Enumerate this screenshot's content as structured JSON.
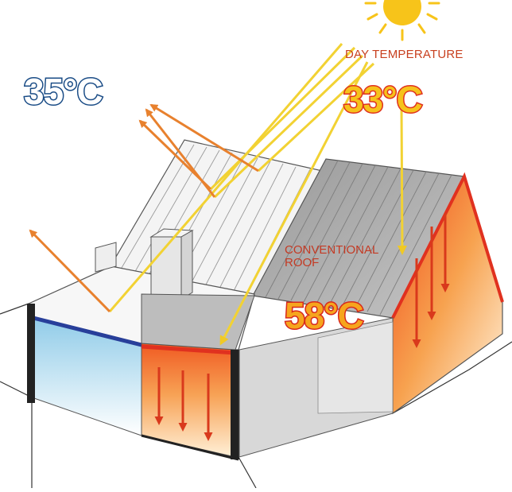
{
  "labels": {
    "day_temperature": "DAY TEMPERATURE",
    "conventional_roof": "CONVENTIONAL\nROOF"
  },
  "temperatures": {
    "cool_roof": "35°C",
    "day": "33°C",
    "conventional_roof": "58°C"
  },
  "colors": {
    "sun": "#f7c41a",
    "ray": "#f2d233",
    "reflected_arrow": "#e8812e",
    "heat_arrow": "#d9391c",
    "cool_label": "#1a4c86",
    "hot_label": "#e0311f"
  }
}
